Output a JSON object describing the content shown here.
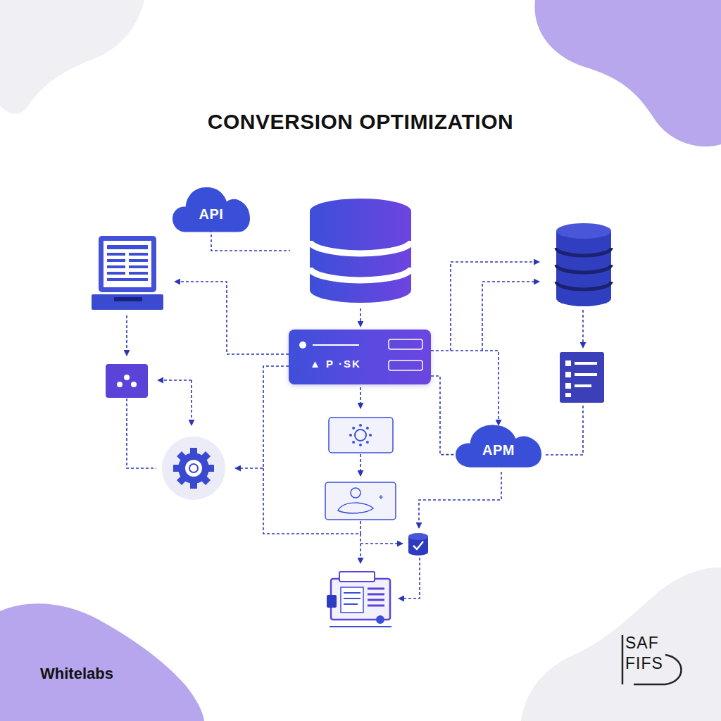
{
  "diagram": {
    "title": "CONVERSION OPTIMIZATION",
    "nodes": [
      {
        "text": [
          "API"
        ]
      },
      {
        "text": [
          "▲ P ·SK"
        ]
      },
      {
        "text": [
          "APM"
        ]
      }
    ],
    "edges": [
      {
        "from": 1,
        "to": 2,
        "arrow": "to"
      },
      {
        "from": 1,
        "to": 2,
        "arrow": "none"
      }
    ],
    "labels": [
      "Whitelabs",
      "SAF",
      "FIFS"
    ]
  }
}
